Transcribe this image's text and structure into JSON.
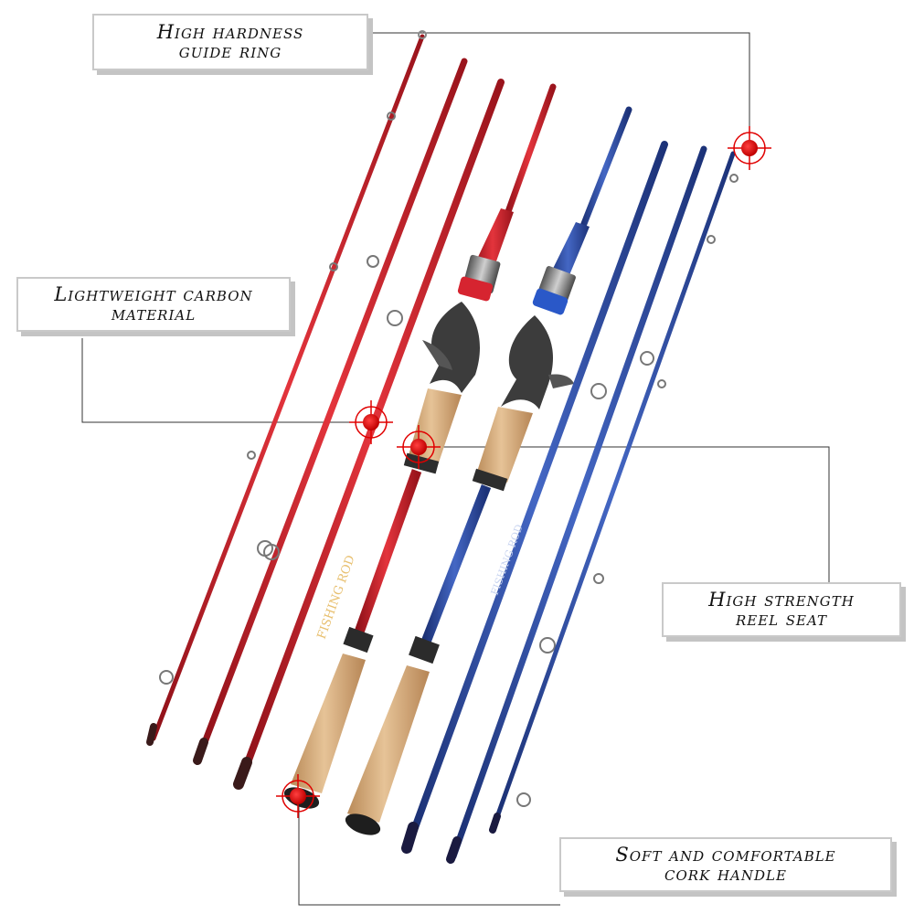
{
  "callouts": {
    "guide_ring": {
      "line1": "High hardness",
      "line2": "guide ring"
    },
    "carbon": {
      "line1": "Lightweight carbon",
      "line2": "material"
    },
    "reel_seat": {
      "line1": "High strength",
      "line2": "reel seat"
    },
    "cork": {
      "line1": "Soft and comfortable",
      "line2": "cork handle"
    }
  },
  "rod_labels": {
    "red": "FISHING ROD",
    "blue": "FISHING ROD"
  },
  "colors": {
    "red_rod": "#c8202a",
    "blue_rod": "#2d4ea6",
    "cork": "#d9b184",
    "target": "#e00000",
    "leader_line": "#333333"
  }
}
